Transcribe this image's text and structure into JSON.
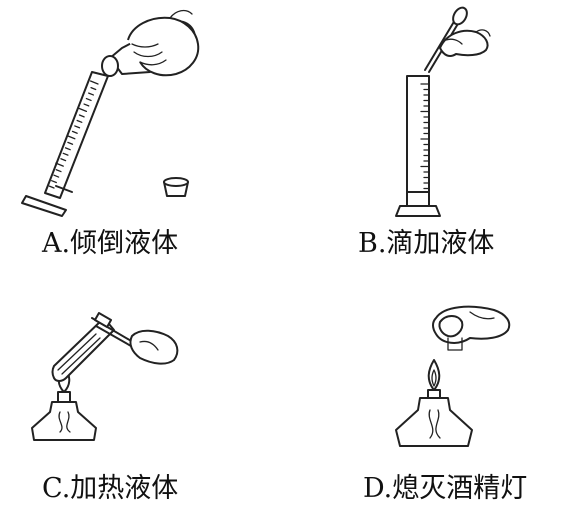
{
  "options": [
    {
      "id": "A",
      "label": "A.倾倒液体",
      "icon": "pouring-liquid-illustration"
    },
    {
      "id": "B",
      "label": "B.滴加液体",
      "icon": "dropping-liquid-illustration"
    },
    {
      "id": "C",
      "label": "C.加热液体",
      "icon": "heating-liquid-illustration"
    },
    {
      "id": "D",
      "label": "D.熄灭酒精灯",
      "icon": "extinguishing-alcohol-lamp-illustration"
    }
  ]
}
